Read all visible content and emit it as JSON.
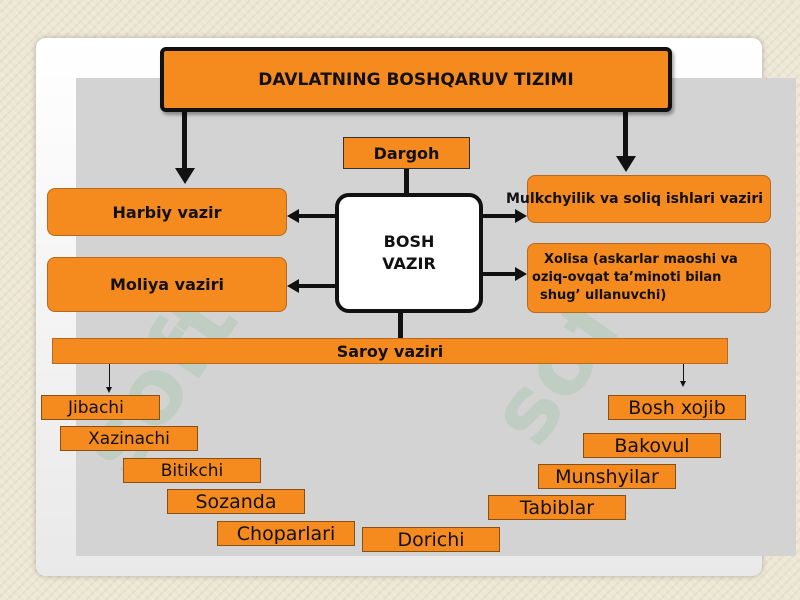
{
  "diagram": {
    "title": "DAVLATNING BOSHQARUV TIZIMI",
    "dargoh": "Dargoh",
    "center": [
      "BOSH",
      "VAZIR"
    ],
    "left_boxes": [
      "Harbiy vazir",
      "Moliya vaziri"
    ],
    "right_boxes": [
      "Mulkchyilik va soliq ishlari vaziri",
      [
        "Xolisa (askarlar maoshi va",
        "oziq-ovqat ta’minoti bilan",
        "shug’  ullanuvchi)"
      ]
    ],
    "saroy": "Saroy  vaziri",
    "left_staff": [
      "Jibachi",
      "Xazinachi",
      "Bitikchi",
      "Sozanda",
      "Choparlari"
    ],
    "bottom_staff": "Dorichi",
    "right_staff": [
      "Bosh xojib",
      "Bakovul",
      "Munshyilar",
      "Tabiblar"
    ]
  },
  "colors": {
    "box": "#f58a1f",
    "border": "#111111"
  },
  "watermark": "soft"
}
